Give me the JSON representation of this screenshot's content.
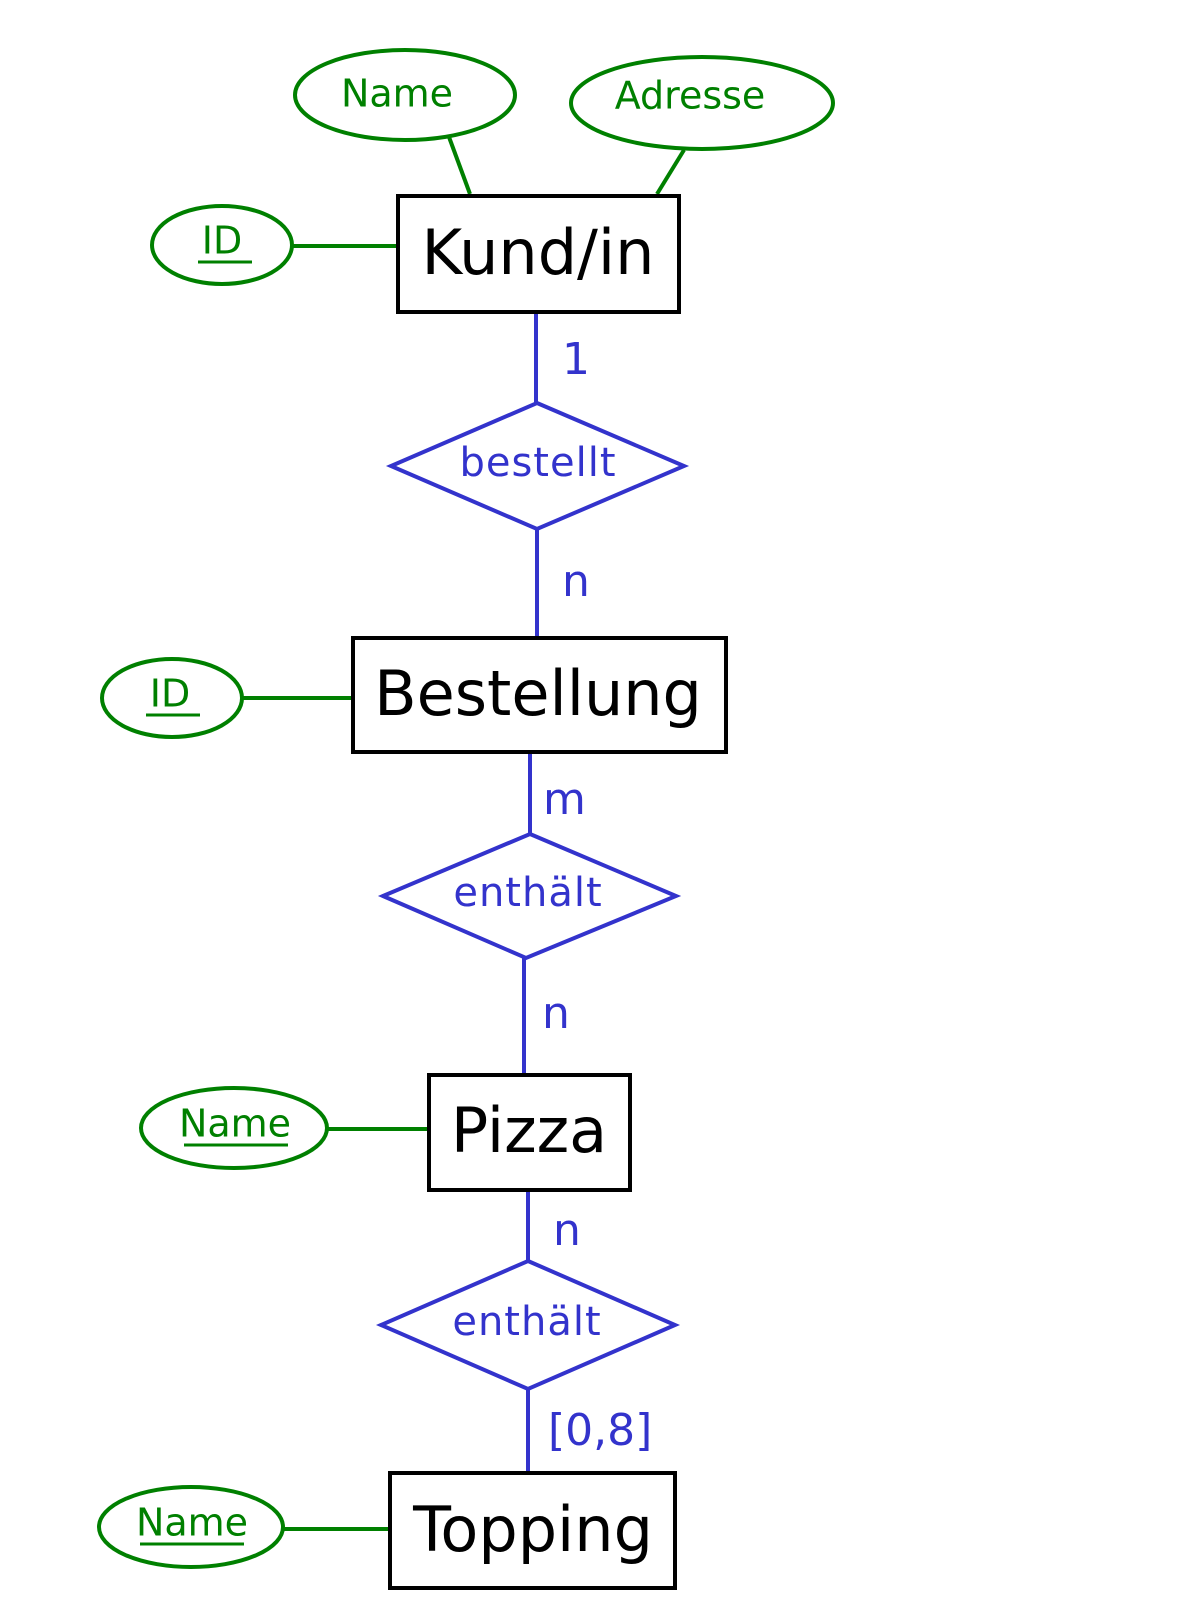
{
  "colors": {
    "entity": "#000000",
    "attribute": "#008000",
    "relationship": "#3333cc"
  },
  "entities": {
    "kunde": "Kund/in",
    "bestellung": "Bestellung",
    "pizza": "Pizza",
    "topping": "Topping"
  },
  "attributes": {
    "kunde_name": "Name",
    "kunde_adresse": "Adresse",
    "kunde_id": "ID",
    "bestellung_id": "ID",
    "pizza_name": "Name",
    "topping_name": "Name"
  },
  "relationships": {
    "bestellt": "bestellt",
    "bestellung_pizza": "enthält",
    "pizza_topping": "enthält"
  },
  "cardinalities": {
    "kunde_bestellt": "1",
    "bestellt_bestellung": "n",
    "bestellung_enthaelt": "m",
    "enthaelt_pizza": "n",
    "pizza_enthaelt": "n",
    "enthaelt_topping": "[0,8]"
  }
}
